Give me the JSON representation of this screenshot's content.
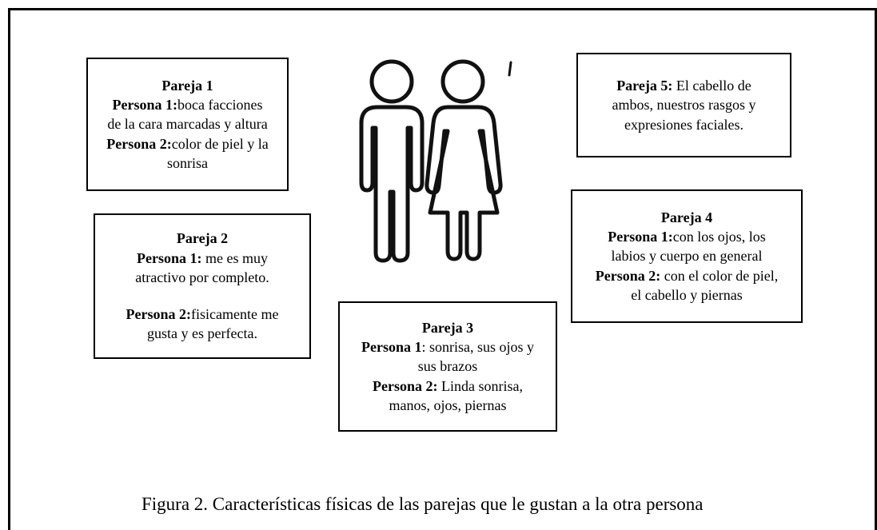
{
  "boxes": {
    "pareja1": {
      "title": "Pareja 1",
      "p1_label": "Persona 1:",
      "p1_text_a": "boca facciones",
      "p1_text_b": "de la cara marcadas y altura",
      "p2_label": "Persona 2:",
      "p2_text_a": "color de piel y la",
      "p2_text_b": "sonrisa"
    },
    "pareja2": {
      "title": "Pareja 2",
      "p1_label": "Persona 1:",
      "p1_text_a": " me es muy",
      "p1_text_b": "atractivo por completo.",
      "p2_label": "Persona 2:",
      "p2_text_a": "fisicamente me",
      "p2_text_b": "gusta y es perfecta."
    },
    "pareja3": {
      "title": "Pareja 3",
      "p1_label": "Persona 1",
      "p1_text_a": ": sonrisa, sus ojos y",
      "p1_text_b": "sus brazos",
      "p2_label": "Persona 2:",
      "p2_text_a": " Linda sonrisa,",
      "p2_text_b": "manos, ojos, piernas"
    },
    "pareja4": {
      "title": "Pareja 4",
      "p1_label": "Persona 1:",
      "p1_text_a": "con los ojos, los",
      "p1_text_b": "labios y cuerpo en general",
      "p2_label": "Persona 2:",
      "p2_text_a": " con el color de piel,",
      "p2_text_b": "el cabello y piernas"
    },
    "pareja5": {
      "label": "Pareja 5:",
      "text_a": " El cabello de",
      "text_b": "ambos, nuestros rasgos y",
      "text_c": "expresiones faciales."
    }
  },
  "figure_icon": "man-woman-couple-icon",
  "caption": "Figura 2. Características físicas de las parejas que le gustan a la otra persona"
}
